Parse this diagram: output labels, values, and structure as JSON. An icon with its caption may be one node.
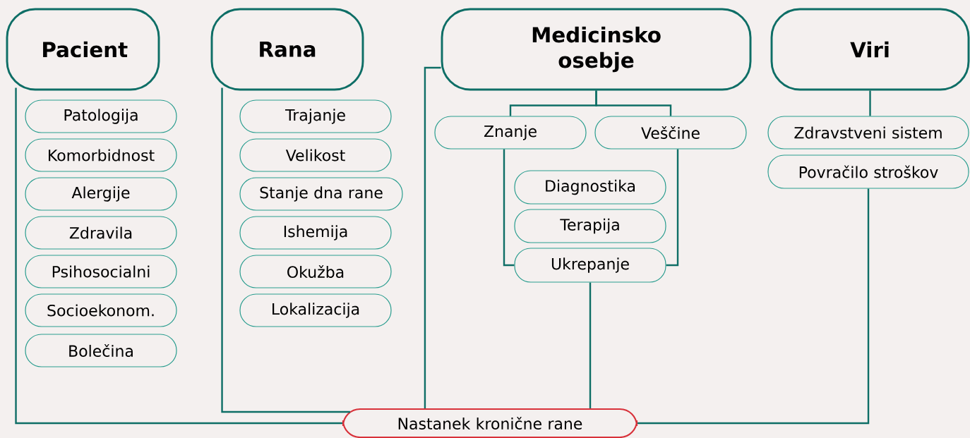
{
  "diagram": {
    "nodes": [
      {
        "text": [
          "Pacient"
        ]
      },
      {
        "text": [
          "Patologija"
        ]
      },
      {
        "text": [
          "Komorbidnost"
        ]
      },
      {
        "text": [
          "Alergije"
        ]
      },
      {
        "text": [
          "Zdravila"
        ]
      },
      {
        "text": [
          "Psihosocialni"
        ]
      },
      {
        "text": [
          "Socioekonom."
        ]
      },
      {
        "text": [
          "Bolečina"
        ]
      },
      {
        "text": [
          "Rana"
        ]
      },
      {
        "text": [
          "Trajanje"
        ]
      },
      {
        "text": [
          "Velikost"
        ]
      },
      {
        "text": [
          "Stanje dna rane"
        ]
      },
      {
        "text": [
          "Ishemija"
        ]
      },
      {
        "text": [
          "Okužba"
        ]
      },
      {
        "text": [
          "Lokalizacija"
        ]
      },
      {
        "text": [
          "Medicinsko osebje"
        ]
      },
      {
        "text": [
          "Znanje"
        ]
      },
      {
        "text": [
          "Veščine"
        ]
      },
      {
        "text": [
          "Diagnostika"
        ]
      },
      {
        "text": [
          "Terapija"
        ]
      },
      {
        "text": [
          "Ukrepanje"
        ]
      },
      {
        "text": [
          "Viri"
        ]
      },
      {
        "text": [
          "Zdravstveni sistem"
        ]
      },
      {
        "text": [
          "Povračilo stroškov"
        ]
      },
      {
        "text": [
          "Nastanek kronične rane"
        ]
      }
    ],
    "edges": [
      {
        "from": 0,
        "to": 24,
        "arrow": "none"
      },
      {
        "from": 8,
        "to": 24,
        "arrow": "none"
      },
      {
        "from": 15,
        "to": 24,
        "arrow": "none"
      },
      {
        "from": 15,
        "to": 16,
        "arrow": "none"
      },
      {
        "from": 15,
        "to": 17,
        "arrow": "none"
      },
      {
        "from": 16,
        "to": 20,
        "arrow": "none"
      },
      {
        "from": 17,
        "to": 20,
        "arrow": "none"
      },
      {
        "from": 20,
        "to": 24,
        "arrow": "none"
      },
      {
        "from": 21,
        "to": 22,
        "arrow": "none"
      },
      {
        "from": 23,
        "to": 24,
        "arrow": "none"
      }
    ]
  }
}
